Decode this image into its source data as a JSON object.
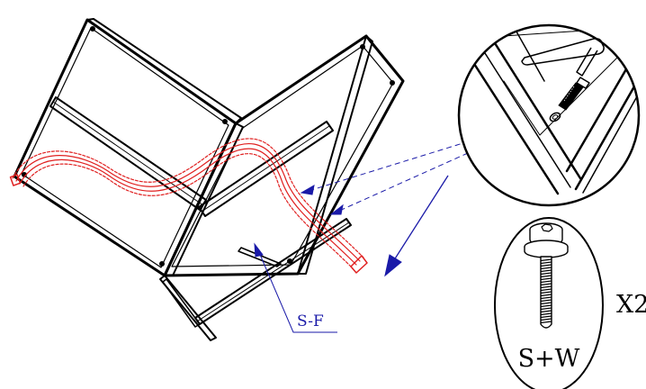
{
  "title": "",
  "labels": {
    "part_code": "S-F",
    "hardware_code": "S+W",
    "quantity": "X2"
  },
  "colors": {
    "highlight": "#e02020",
    "callout": "#1a1aa8",
    "line": "#000000"
  },
  "icons": [
    "allen-key-icon",
    "screw-with-washer-icon",
    "screw-icon"
  ]
}
